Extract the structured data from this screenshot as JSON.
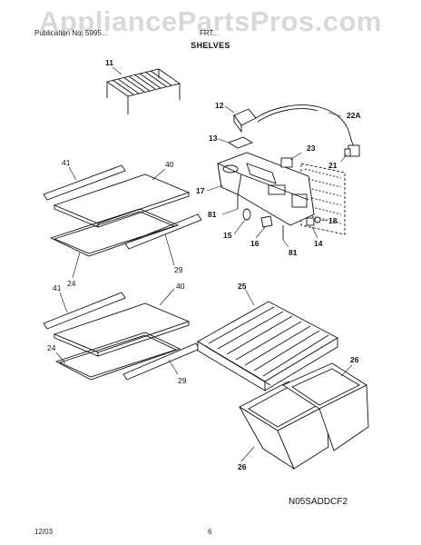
{
  "watermark": "AppliancePartsPros.com",
  "header": {
    "left": "Publication No: 5995...",
    "middle": "FRT...",
    "section_title": "SHELVES"
  },
  "callouts": {
    "c11": "11",
    "c12": "12",
    "c13": "13",
    "c22a": "22A",
    "c23": "23",
    "c21": "21",
    "c17": "17",
    "c81a": "81",
    "c81b": "81",
    "c15": "15",
    "c16": "16",
    "c18": "18",
    "c14": "14",
    "c41a": "41",
    "c40a": "40",
    "c29a": "29",
    "c24a": "24",
    "c41b": "41",
    "c40b": "40",
    "c24b": "24",
    "c29b": "29",
    "c25": "25",
    "c26a": "26",
    "c26b": "26"
  },
  "diagram_code": "N05SADDCF2",
  "footer": {
    "date": "12/03",
    "page": "6"
  }
}
